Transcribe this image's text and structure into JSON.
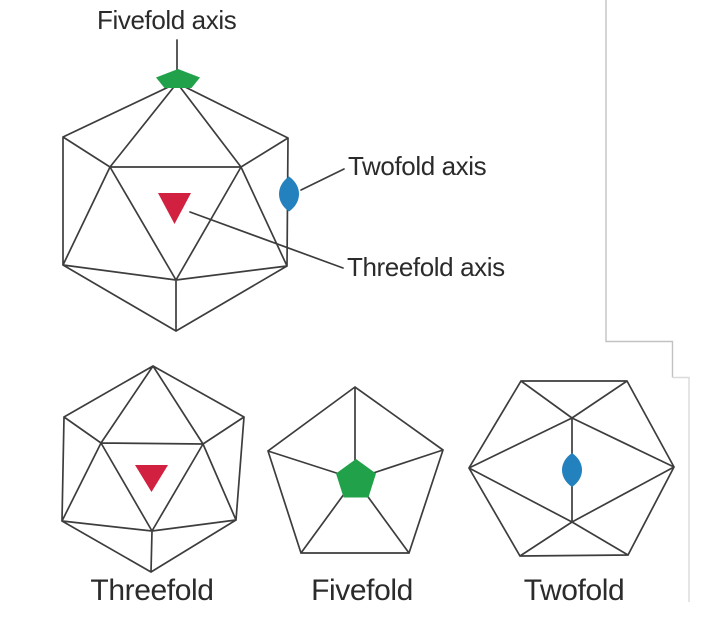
{
  "figure": {
    "background": "#ffffff",
    "annotations": {
      "fivefold_axis": "Fivefold axis",
      "twofold_axis": "Twofold axis",
      "threefold_axis": "Threefold axis"
    },
    "view_labels": {
      "threefold": "Threefold",
      "fivefold": "Fivefold",
      "twofold": "Twofold"
    },
    "markers": {
      "fivefold_pentagon_color": "#22a14b",
      "threefold_triangle_color": "#d22040",
      "twofold_lens_color": "#2381bd"
    },
    "line_color": "#3d3d3d",
    "page_edge_color": "#c2c2c2",
    "page_edge_light_color": "#dadada"
  }
}
